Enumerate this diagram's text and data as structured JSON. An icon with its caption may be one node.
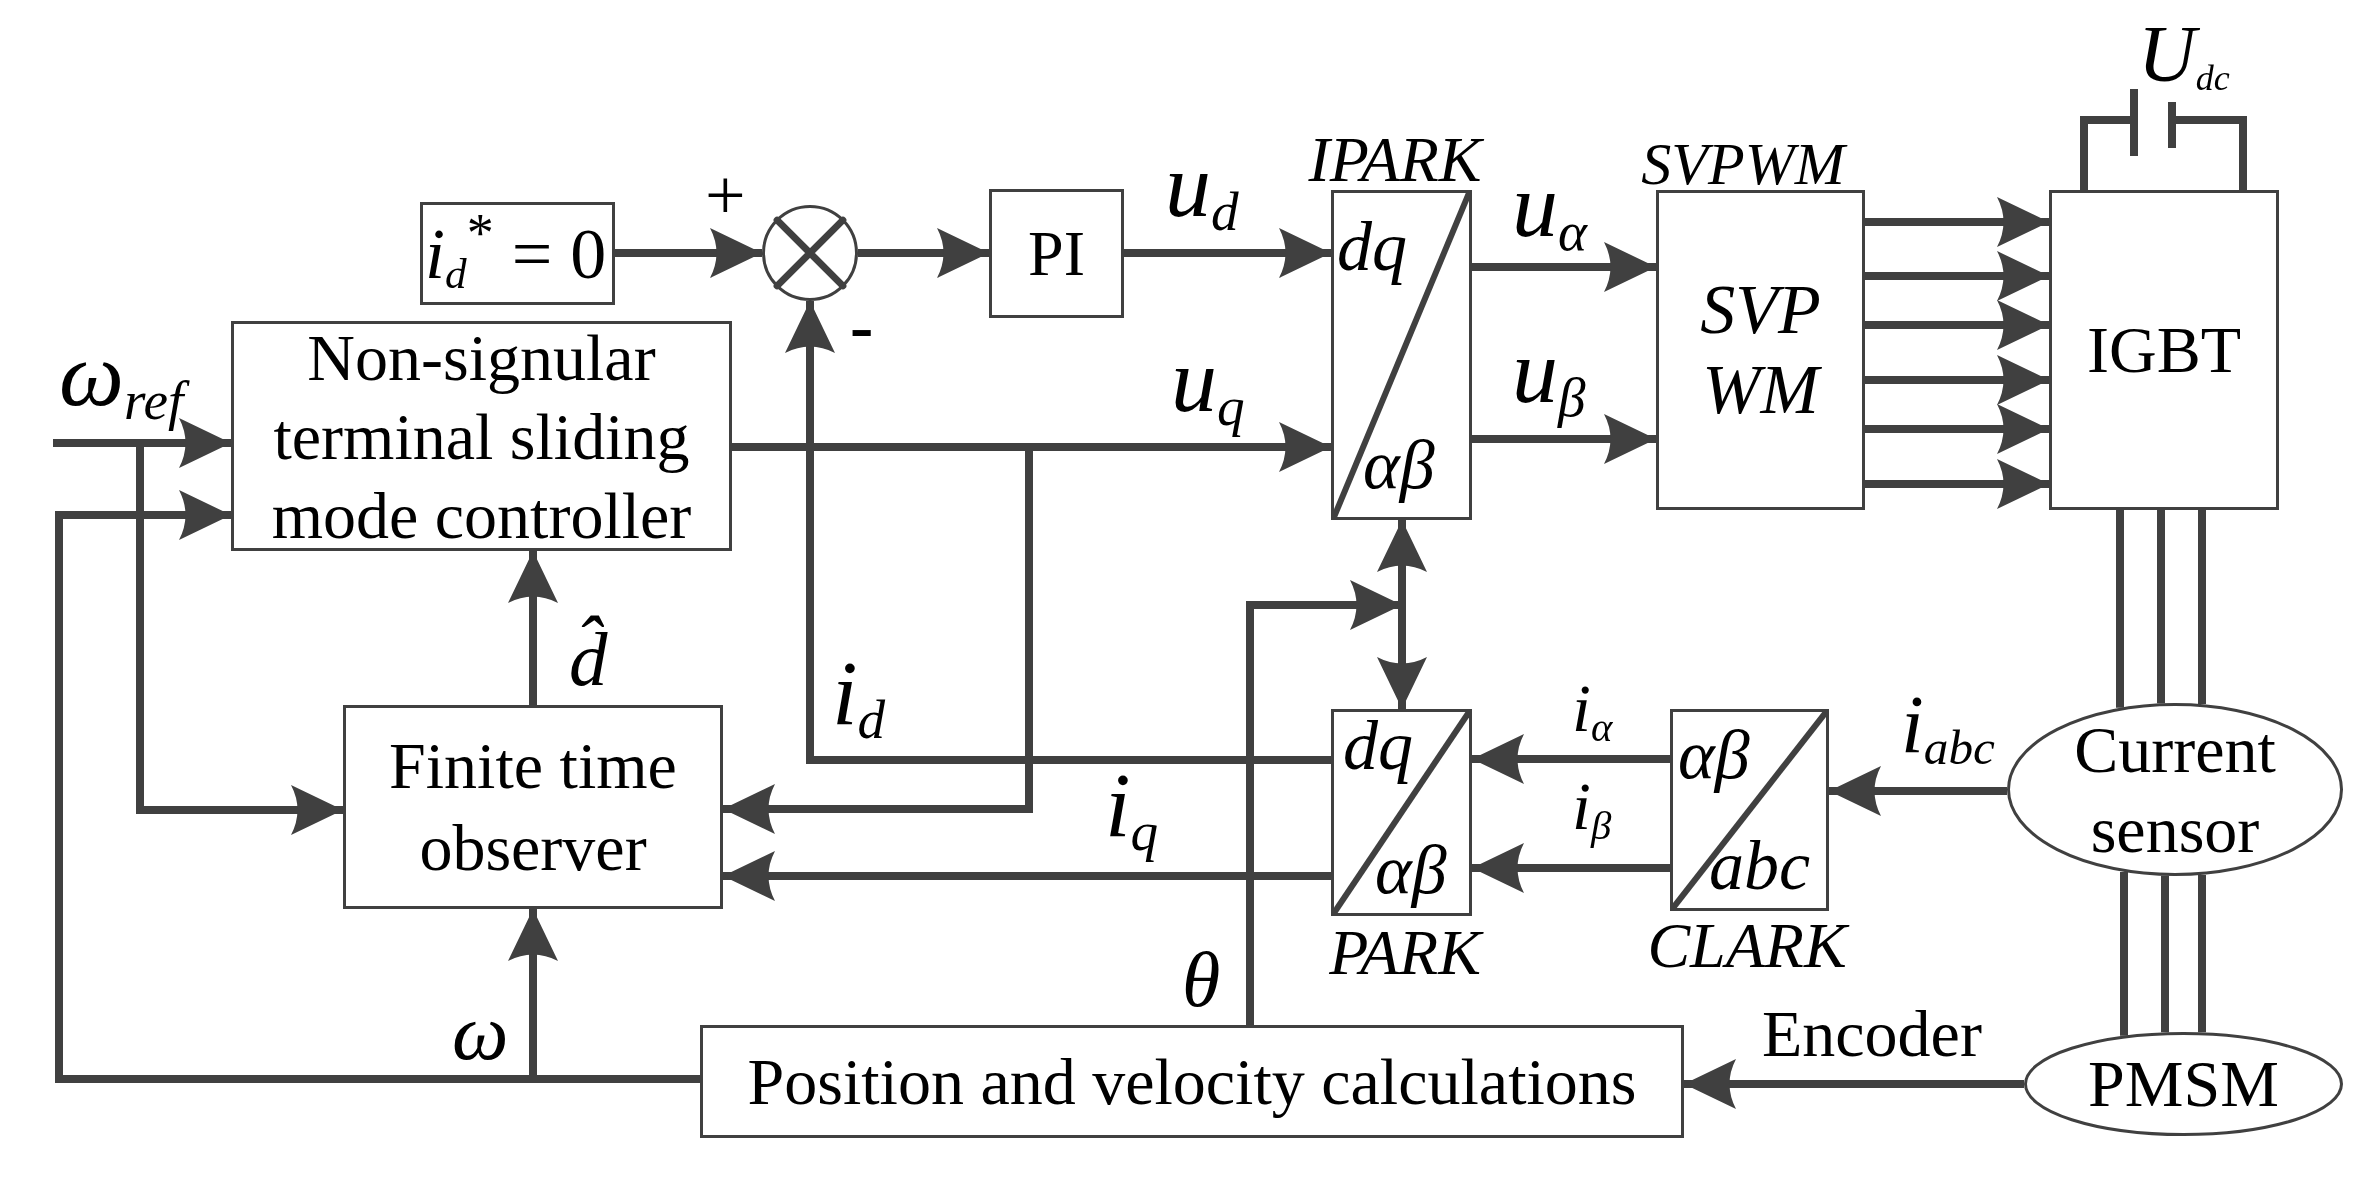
{
  "diagram": {
    "nodes": [
      {
        "text": [
          "*i$_{d}$*$^{*}$ = 0"
        ]
      },
      {
        "text": [],
        "shape": "circle"
      },
      {
        "text": [
          "PI"
        ]
      },
      {
        "text": [
          "IPARK",
          "dq",
          "αβ"
        ]
      },
      {
        "text": [
          "SVPWM",
          "SVP WM"
        ]
      },
      {
        "text": [],
        "shape": "capacitor",
        "beside": [
          "U$_{dc}$"
        ]
      },
      {
        "text": [
          "IGBT"
        ]
      },
      {
        "text": [
          "Non-signular terminal sliding mode controller"
        ]
      },
      {
        "text": [
          "Finite time observer"
        ]
      },
      {
        "text": [
          "dq",
          "αβ",
          "PARK"
        ]
      },
      {
        "text": [
          "αβ",
          "abc",
          "CLARK"
        ]
      },
      {
        "text": [
          "Current sensor"
        ]
      },
      {
        "text": [
          "PMSM"
        ]
      },
      {
        "text": [
          "Position and velocity calculations"
        ]
      }
    ],
    "edges": [
      {
        "from": null,
        "to": 7,
        "arrow": "to",
        "label": "ω$_{ref}$"
      },
      {
        "from": null,
        "to": 8,
        "arrow": "to"
      },
      {
        "from": 0,
        "to": 1,
        "arrow": "to"
      },
      {
        "from": 1,
        "to": 2,
        "arrow": "to"
      },
      {
        "from": 2,
        "to": 3,
        "arrow": "to",
        "label": "u$_{d}$"
      },
      {
        "from": 7,
        "to": 3,
        "arrow": "to",
        "label": "u$_{q}$"
      },
      {
        "from": 7,
        "to": 8,
        "arrow": "to"
      },
      {
        "from": 3,
        "to": 4,
        "arrow": "to",
        "label": "u$_{α}$"
      },
      {
        "from": 3,
        "to": 4,
        "arrow": "to",
        "label": "u$_{β}$"
      },
      {
        "from": 4,
        "to": 6,
        "arrow": "to"
      },
      {
        "from": 4,
        "to": 6,
        "arrow": "to"
      },
      {
        "from": 4,
        "to": 6,
        "arrow": "to"
      },
      {
        "from": 4,
        "to": 6,
        "arrow": "to"
      },
      {
        "from": 4,
        "to": 6,
        "arrow": "to"
      },
      {
        "from": 4,
        "to": 6,
        "arrow": "to"
      },
      {
        "from": 6,
        "to": 5,
        "arrow": "none"
      },
      {
        "from": 6,
        "to": 5,
        "arrow": "none"
      },
      {
        "from": 6,
        "to": 11,
        "arrow": "none"
      },
      {
        "from": 6,
        "to": 11,
        "arrow": "none"
      },
      {
        "from": 6,
        "to": 11,
        "arrow": "none"
      },
      {
        "from": 11,
        "to": 12,
        "arrow": "none"
      },
      {
        "from": 11,
        "to": 12,
        "arrow": "none"
      },
      {
        "from": 11,
        "to": 12,
        "arrow": "none"
      },
      {
        "from": 11,
        "to": 10,
        "arrow": "to",
        "label": "i$_{abc}$"
      },
      {
        "from": 10,
        "to": 9,
        "arrow": "to",
        "label": "i$_{α}$"
      },
      {
        "from": 10,
        "to": 9,
        "arrow": "to",
        "label": "i$_{β}$"
      },
      {
        "from": 9,
        "to": 1,
        "arrow": "to",
        "label": "i$_{d}$"
      },
      {
        "from": 9,
        "to": 8,
        "arrow": "to",
        "label": "i$_{q}$"
      },
      {
        "from": 12,
        "to": 13,
        "arrow": "to",
        "label": "Encoder"
      },
      {
        "from": 13,
        "to": 3,
        "arrow": "to",
        "label": "θ"
      },
      {
        "from": 13,
        "to": 9,
        "arrow": "to"
      },
      {
        "from": 13,
        "to": 7,
        "arrow": "to"
      },
      {
        "from": 13,
        "to": 8,
        "arrow": "to",
        "label": "ω"
      },
      {
        "from": 8,
        "to": 7,
        "arrow": "to",
        "label": "d̂"
      }
    ],
    "labels": [
      "+",
      "-"
    ]
  }
}
